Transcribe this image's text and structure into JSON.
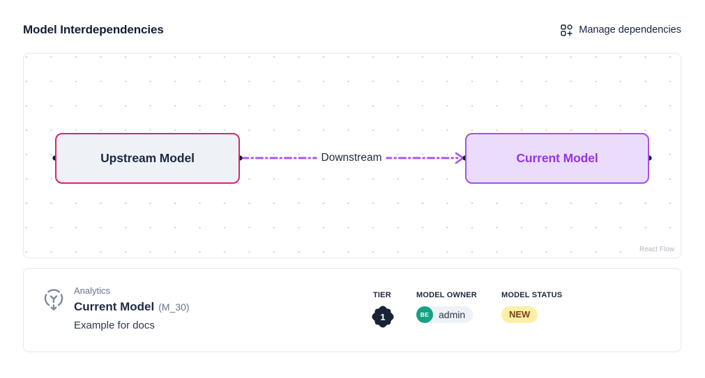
{
  "header": {
    "title": "Model Interdependencies",
    "manage_button": "Manage dependencies"
  },
  "canvas": {
    "nodes": [
      {
        "id": "upstream",
        "label": "Upstream Model"
      },
      {
        "id": "current",
        "label": "Current Model"
      }
    ],
    "edge_label": "Downstream",
    "attribution": "React Flow"
  },
  "details": {
    "schema": "Analytics",
    "model_name": "Current Model",
    "model_code": "(M_30)",
    "description": "Example for docs",
    "tier": {
      "label": "TIER",
      "value": "1"
    },
    "owner": {
      "label": "MODEL OWNER",
      "initials": "BE",
      "name": "admin"
    },
    "status": {
      "label": "MODEL STATUS",
      "value": "NEW"
    }
  },
  "colors": {
    "upstream_border": "#e0216f",
    "upstream_bg": "#eef2f7",
    "current_border": "#9d52ee",
    "current_bg": "#ecdcfc",
    "current_text": "#9333ea",
    "edge": "#a855f7",
    "handle": "#161a2e",
    "tier_bg": "#182338",
    "avatar_bg": "#15a184",
    "owner_pill_bg": "#eef2f6",
    "status_bg": "#fbf0a6",
    "status_text": "#7b3f1a"
  }
}
